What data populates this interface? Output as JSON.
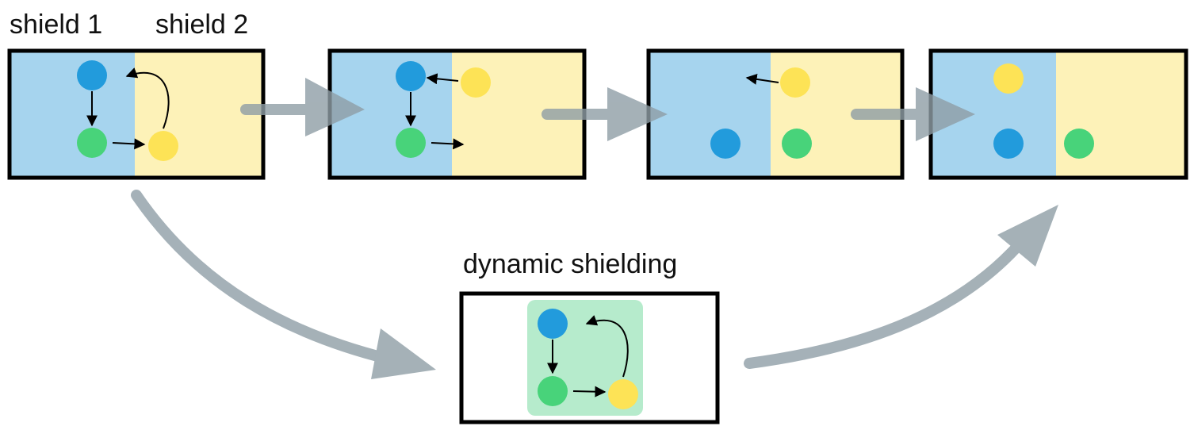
{
  "labels": {
    "shield_1": "shield 1",
    "shield_2": "shield 2",
    "dynamic": "dynamic shielding"
  },
  "colors": {
    "shield1_region": "#a6d4ee",
    "shield2_region": "#fdf2b8",
    "dynamic_region": "#b6ebcc",
    "node_blue": "#229bdc",
    "node_green": "#48d37a",
    "node_yellow": "#fde356",
    "flow_arrow": "#a4b0b7",
    "frame": "#000000"
  }
}
